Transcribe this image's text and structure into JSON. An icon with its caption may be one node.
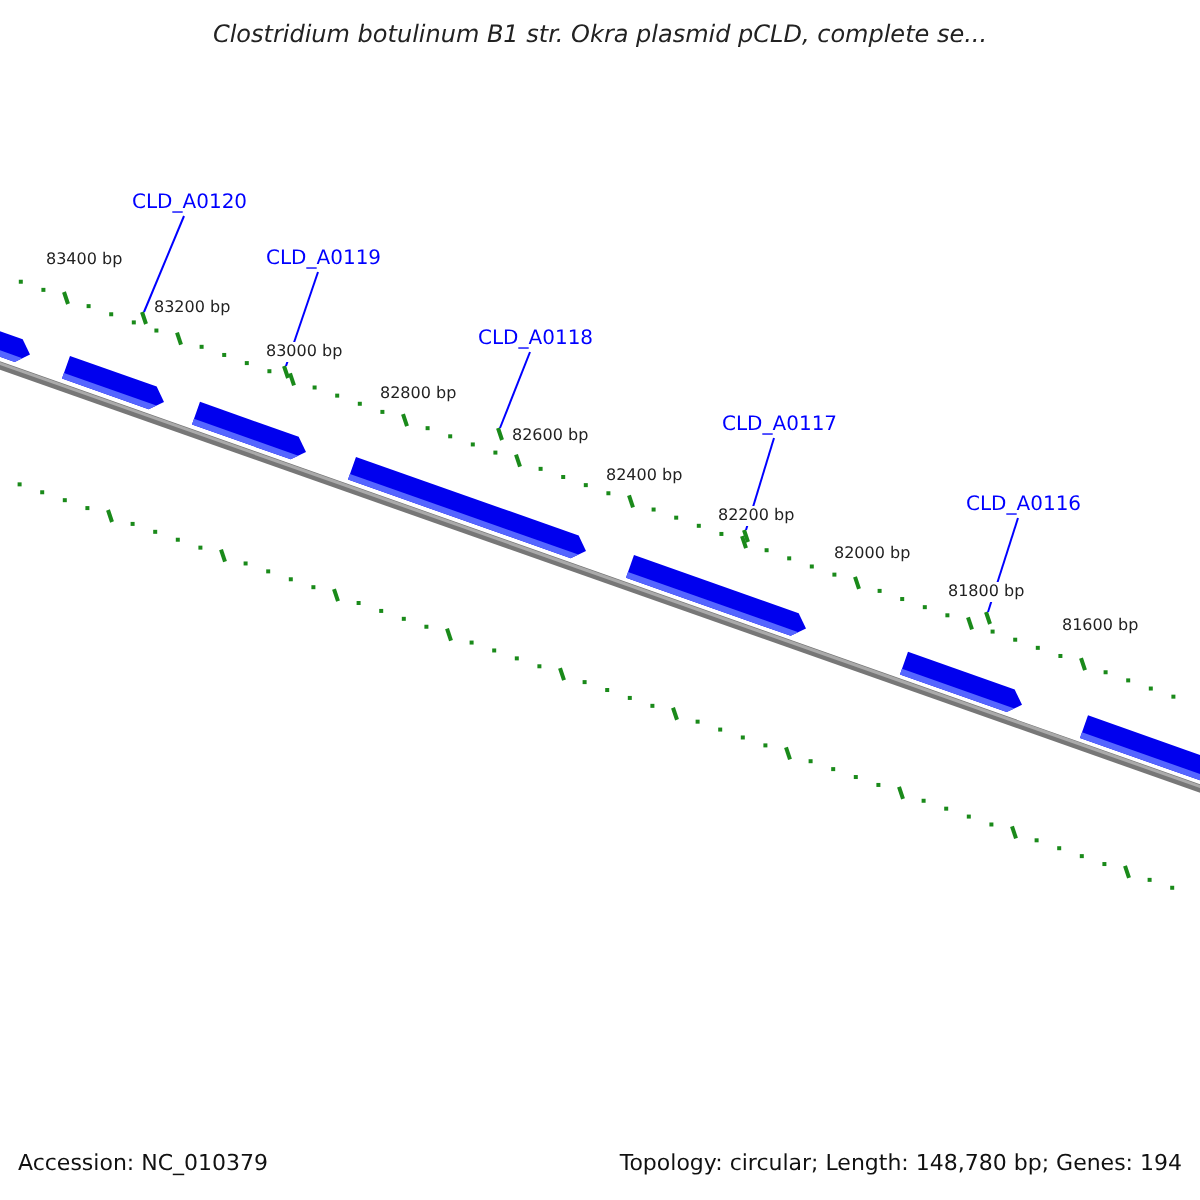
{
  "diagram": {
    "title": "Clostridium botulinum B1 str. Okra plasmid pCLD, complete se...",
    "nodes": [
      {
        "text": [
          "CLD_A0120"
        ]
      },
      {
        "text": [
          "CLD_A0119"
        ]
      },
      {
        "text": [
          "CLD_A0118"
        ]
      },
      {
        "text": [
          "CLD_A0117"
        ]
      },
      {
        "text": [
          "CLD_A0116"
        ]
      },
      {
        "text": [],
        "shape": "bar"
      },
      {
        "text": [],
        "shape": "bar"
      },
      {
        "text": [],
        "shape": "bar"
      },
      {
        "text": [],
        "shape": "bar"
      },
      {
        "text": [],
        "shape": "bar"
      }
    ],
    "edges": [
      {
        "from": 0,
        "to": 5,
        "arrow": "none"
      },
      {
        "from": 1,
        "to": 6,
        "arrow": "none"
      },
      {
        "from": 2,
        "to": 7,
        "arrow": "none"
      },
      {
        "from": 3,
        "to": 8,
        "arrow": "none"
      },
      {
        "from": 4,
        "to": 9,
        "arrow": "none"
      }
    ],
    "labels": [
      "83400 bp",
      "83200 bp",
      "83000 bp",
      "82800 bp",
      "82600 bp",
      "82400 bp",
      "82200 bp",
      "82000 bp",
      "81800 bp",
      "81600 bp",
      "Accession: NC_010379",
      "Topology: circular; Length: 148,780 bp; Genes: 194"
    ]
  }
}
